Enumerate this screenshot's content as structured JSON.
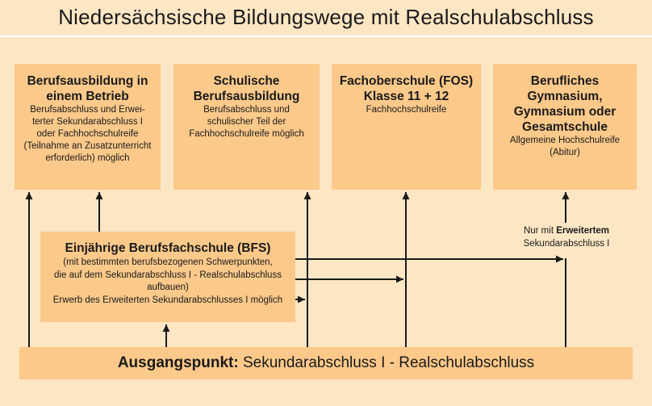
{
  "title": "Niedersächsische Bildungswege mit Realschulabschluss",
  "boxes": {
    "ausbildung": {
      "heading": [
        "Berufsausbildung in",
        "einem Betrieb"
      ],
      "lines": [
        "Berufsabschluss und Erwei-",
        "terter Sekundarabschluss I",
        "oder Fachhochschulreife",
        "(Teilnahme an Zusatzunterricht",
        "erforderlich) möglich"
      ]
    },
    "schulisch": {
      "heading": [
        "Schulische",
        "Berufsausbildung"
      ],
      "lines": [
        "Berufsabschluss und",
        "schulischer Teil der",
        "Fachhochschulreife möglich"
      ]
    },
    "fos": {
      "heading": [
        "Fachoberschule (FOS)",
        "Klasse 11 + 12"
      ],
      "lines": [
        "Fachhochschulreife"
      ]
    },
    "gymnasium": {
      "heading": [
        "Berufliches",
        "Gymnasium,",
        "Gymnasium oder",
        "Gesamtschule"
      ],
      "lines": [
        "Allgemeine Hochschulreife",
        "(Abitur)"
      ]
    },
    "bfs": {
      "heading": [
        "Einjährige Berufsfachschule (BFS)"
      ],
      "lines": [
        "(mit bestimmten berufsbezogenen Schwerpunkten,",
        "die auf dem Sekundarabschluss I - Realschulabschluss",
        "aufbauen)",
        "Erwerb des Erweiterten Sekundarabschlusses I möglich"
      ]
    },
    "start": {
      "label": "Ausgangspunkt:",
      "text": " Sekundarabschluss I - Realschulabschluss"
    }
  },
  "note": {
    "line1_prefix": "Nur mit ",
    "line1_bold": "Erweitertem",
    "line2": "Sekundarabschluss I"
  }
}
